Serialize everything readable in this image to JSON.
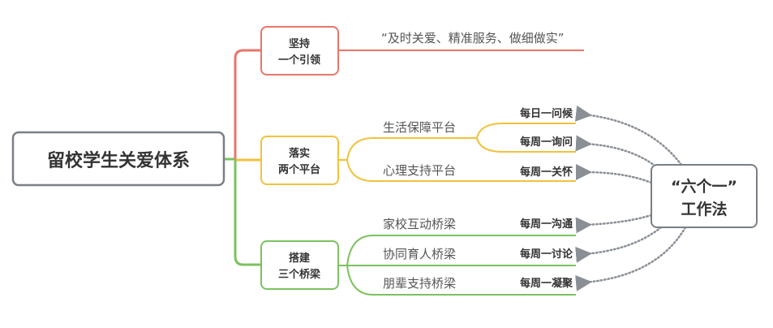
{
  "root": "留校学生关爱体系",
  "branches": [
    {
      "line1": "坚持",
      "line2": "一个引领",
      "color": "#e8766a",
      "children": [
        "“及时关爱、精准服务、做细做实”"
      ]
    },
    {
      "line1": "落实",
      "line2": "两个平台",
      "color": "#f2c23b",
      "children": [
        "生活保障平台",
        "心理支持平台"
      ]
    },
    {
      "line1": "搭建",
      "line2": "三个桥梁",
      "color": "#7cc160",
      "children": [
        "家校互动桥梁",
        "协同育人桥梁",
        "朋辈支持桥梁"
      ]
    }
  ],
  "practices": [
    "每日一问候",
    "每周一询问",
    "每周一关怀",
    "每周一沟通",
    "每周一讨论",
    "每周一凝聚"
  ],
  "method": {
    "line1": "“六个一”",
    "line2": "工作法"
  },
  "colors": {
    "border": "#7a7f86",
    "arrow": "#8a8f96"
  }
}
